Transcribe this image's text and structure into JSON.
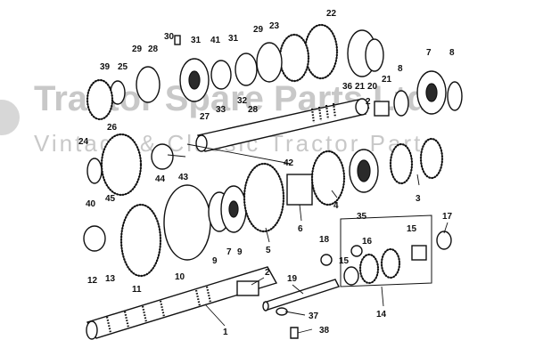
{
  "watermark": {
    "title": "Tractor Spare Parts Ltd",
    "subtitle": "Vintage & Classic Tractor Parts"
  },
  "callouts": {
    "c1": "1",
    "c2a": "2",
    "c2b": "2",
    "c3": "3",
    "c4": "4",
    "c5": "5",
    "c6": "6",
    "c7a": "7",
    "c7b": "7",
    "c8a": "8",
    "c8b": "8",
    "c9a": "9",
    "c9b": "9",
    "c10": "10",
    "c11": "11",
    "c12": "12",
    "c13": "13",
    "c14": "14",
    "c15a": "15",
    "c15b": "15",
    "c16": "16",
    "c17": "17",
    "c18": "18",
    "c19": "19",
    "c20": "20",
    "c21a": "21",
    "c21b": "21",
    "c22": "22",
    "c23": "23",
    "c24": "24",
    "c25": "25",
    "c26": "26",
    "c27": "27",
    "c28a": "28",
    "c28b": "28",
    "c29a": "29",
    "c29b": "29",
    "c30": "30",
    "c31a": "31",
    "c31b": "31",
    "c32": "32",
    "c33": "33",
    "c35": "35",
    "c36": "36",
    "c37": "37",
    "c38": "38",
    "c39": "39",
    "c40": "40",
    "c41": "41",
    "c42": "42",
    "c43": "43",
    "c44": "44",
    "c45": "45"
  }
}
